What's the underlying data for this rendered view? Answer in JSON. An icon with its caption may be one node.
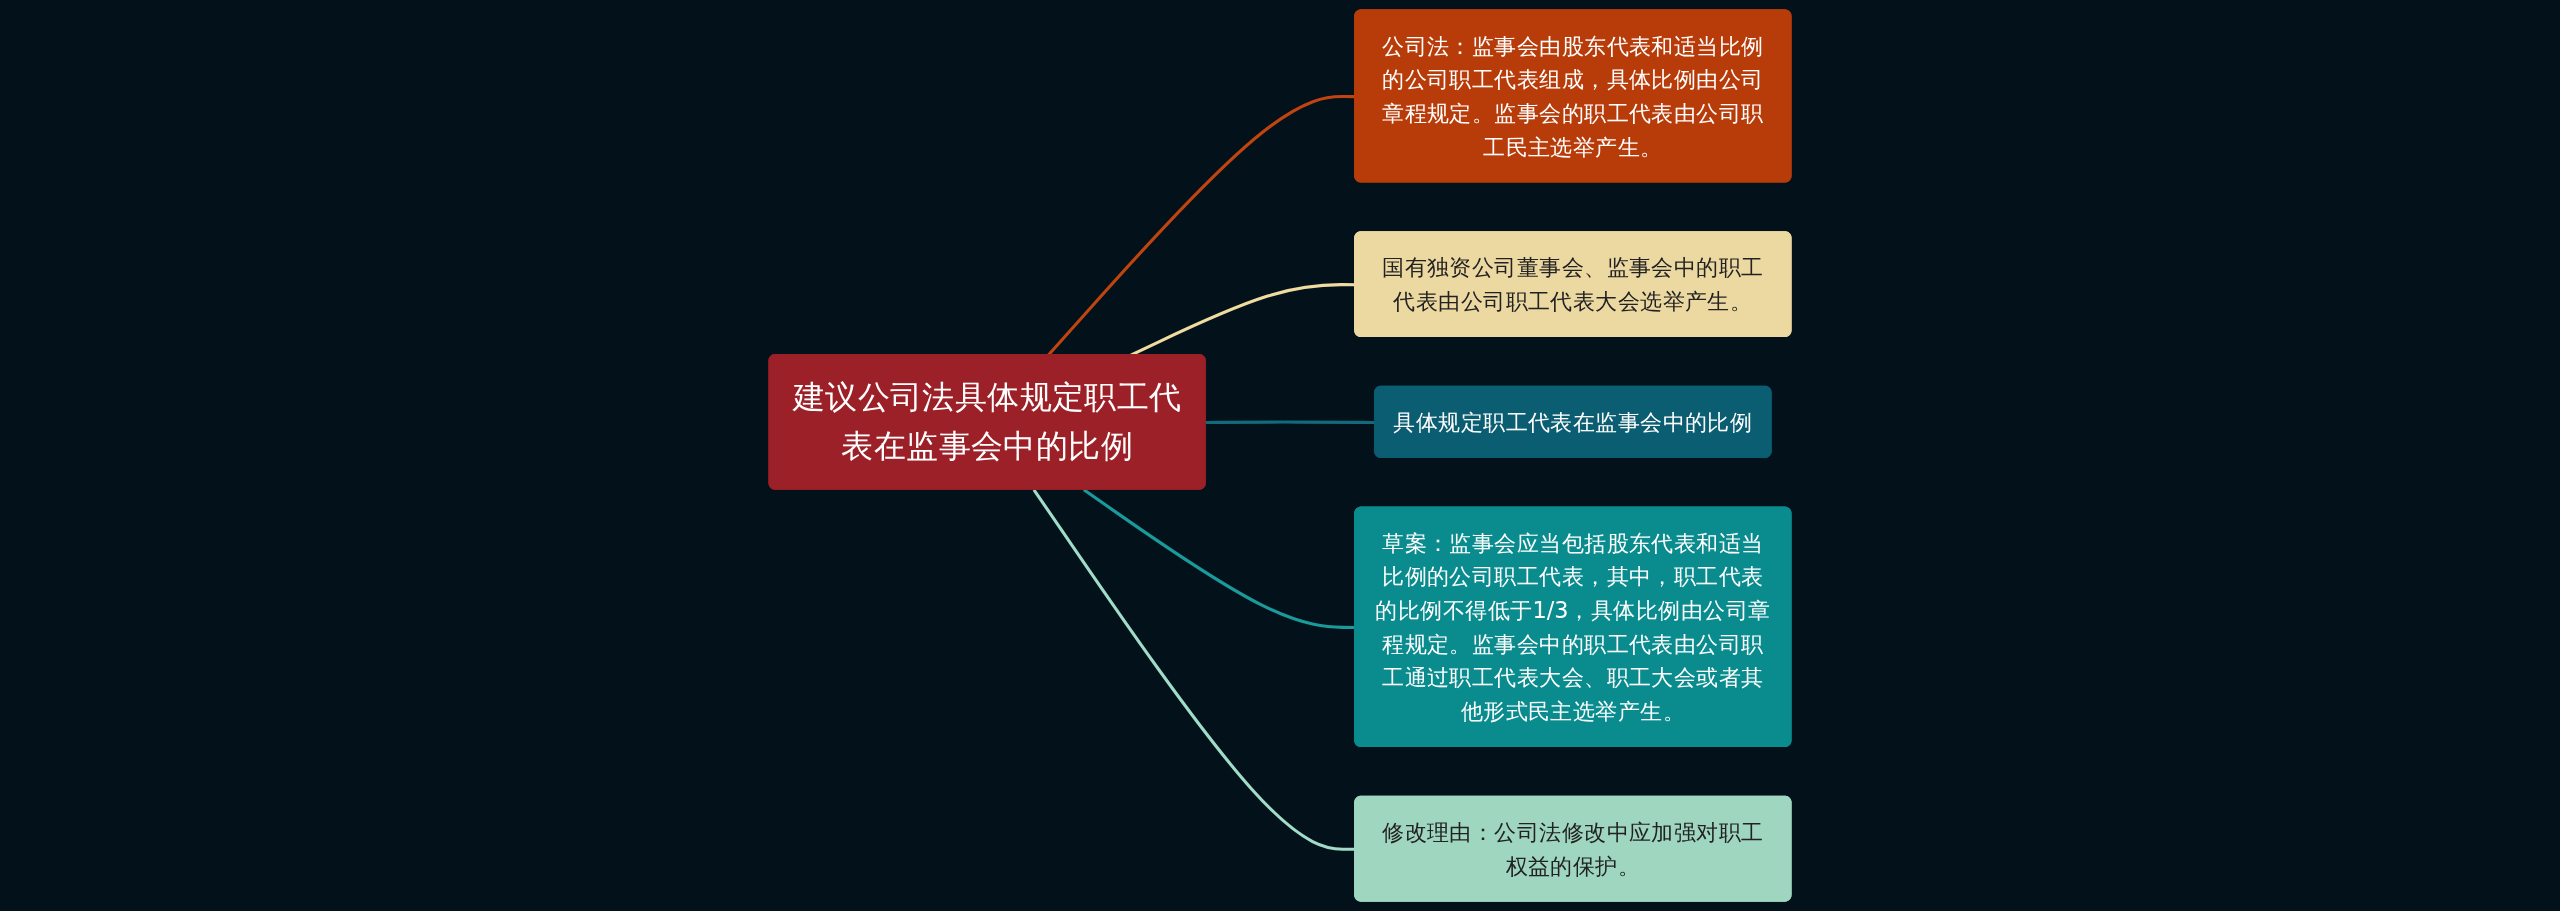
{
  "diagram": {
    "nodes": [
      {
        "text": [
          "建议公司法具体规定职工代表在监事会中的比例"
        ]
      },
      {
        "text": [
          "公司法：监事会由股东代表和适当比例的公司职工代表组成，具体比例由公司章程规定。监事会的职工代表由公司职工民主选举产生。"
        ]
      },
      {
        "text": [
          "国有独资公司董事会、监事会中的职工代表由公司职工代表大会选举产生。"
        ]
      },
      {
        "text": [
          "具体规定职工代表在监事会中的比例"
        ]
      },
      {
        "text": [
          "草案：监事会应当包括股东代表和适当比例的公司职工代表，其中，职工代表的比例不得低于1/3，具体比例由公司章程规定。监事会中的职工代表由公司职工通过职工代表大会、职工大会或者其他形式民主选举产生。"
        ]
      },
      {
        "text": [
          "修改理由：公司法修改中应加强对职工权益的保护。"
        ]
      }
    ],
    "edges": [
      {
        "from": 0,
        "to": 1,
        "arrow": "none",
        "color": "#c0440f"
      },
      {
        "from": 0,
        "to": 2,
        "arrow": "none",
        "color": "#f0dca0"
      },
      {
        "from": 0,
        "to": 3,
        "arrow": "none",
        "color": "#126b7d"
      },
      {
        "from": 0,
        "to": 4,
        "arrow": "none",
        "color": "#1a9a9a"
      },
      {
        "from": 0,
        "to": 5,
        "arrow": "none",
        "color": "#a0dcc8"
      }
    ]
  }
}
